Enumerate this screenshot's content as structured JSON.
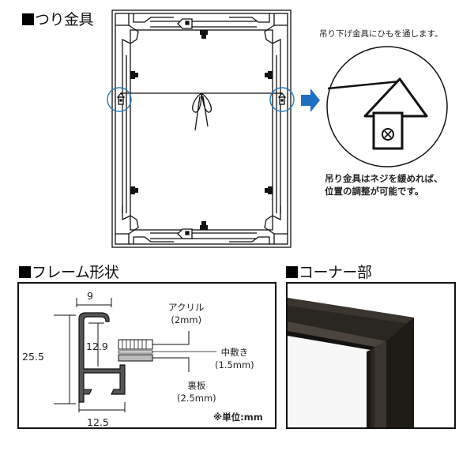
{
  "hanging_section": {
    "title": "■つり金具",
    "title_text": "つり金具",
    "callout_caption": "吊り下げ金具にひもを通します。",
    "note_lines": [
      "吊り金具はネジを緩めれば、",
      "位置の調整が可能です。"
    ],
    "highlight_color": "#2a7ab8",
    "arrow_color": "#1f6fc2"
  },
  "profile_section": {
    "title_text": "フレーム形状",
    "dimensions": {
      "width_top": "9",
      "height_total": "25.5",
      "inner_depth": "12.9",
      "width_bottom": "12.5"
    },
    "layers": [
      {
        "name": "アクリル",
        "thickness": "(2mm)"
      },
      {
        "name": "中敷き",
        "thickness": "(1.5mm)"
      },
      {
        "name": "裏板",
        "thickness": "(2.5mm)"
      }
    ],
    "unit_note": "※単位:mm"
  },
  "corner_section": {
    "title_text": "コーナー部",
    "frame_color": "#2a2620"
  }
}
